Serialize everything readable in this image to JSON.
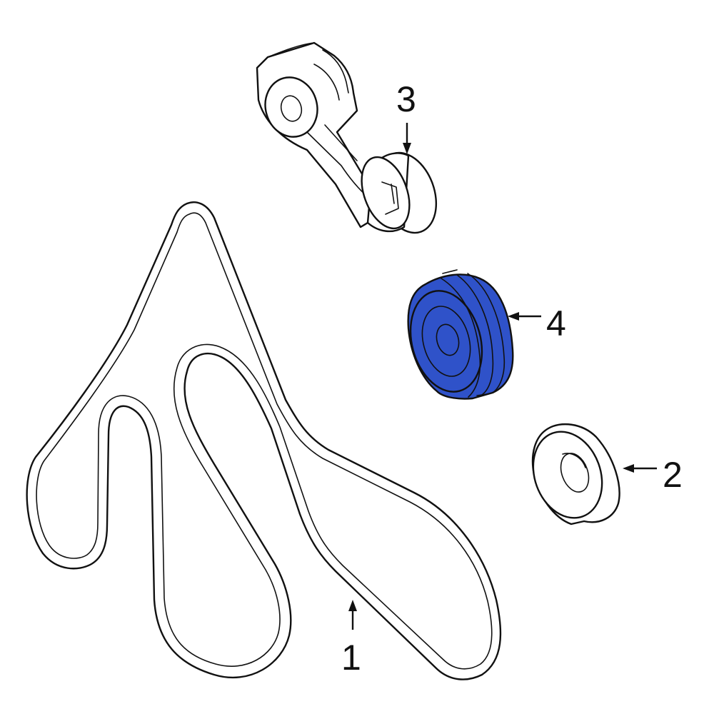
{
  "diagram": {
    "highlight_color": "#2f52c9",
    "line_color": "#111111",
    "callouts": [
      {
        "id": "1",
        "label": "1"
      },
      {
        "id": "2",
        "label": "2"
      },
      {
        "id": "3",
        "label": "3"
      },
      {
        "id": "4",
        "label": "4"
      }
    ]
  }
}
